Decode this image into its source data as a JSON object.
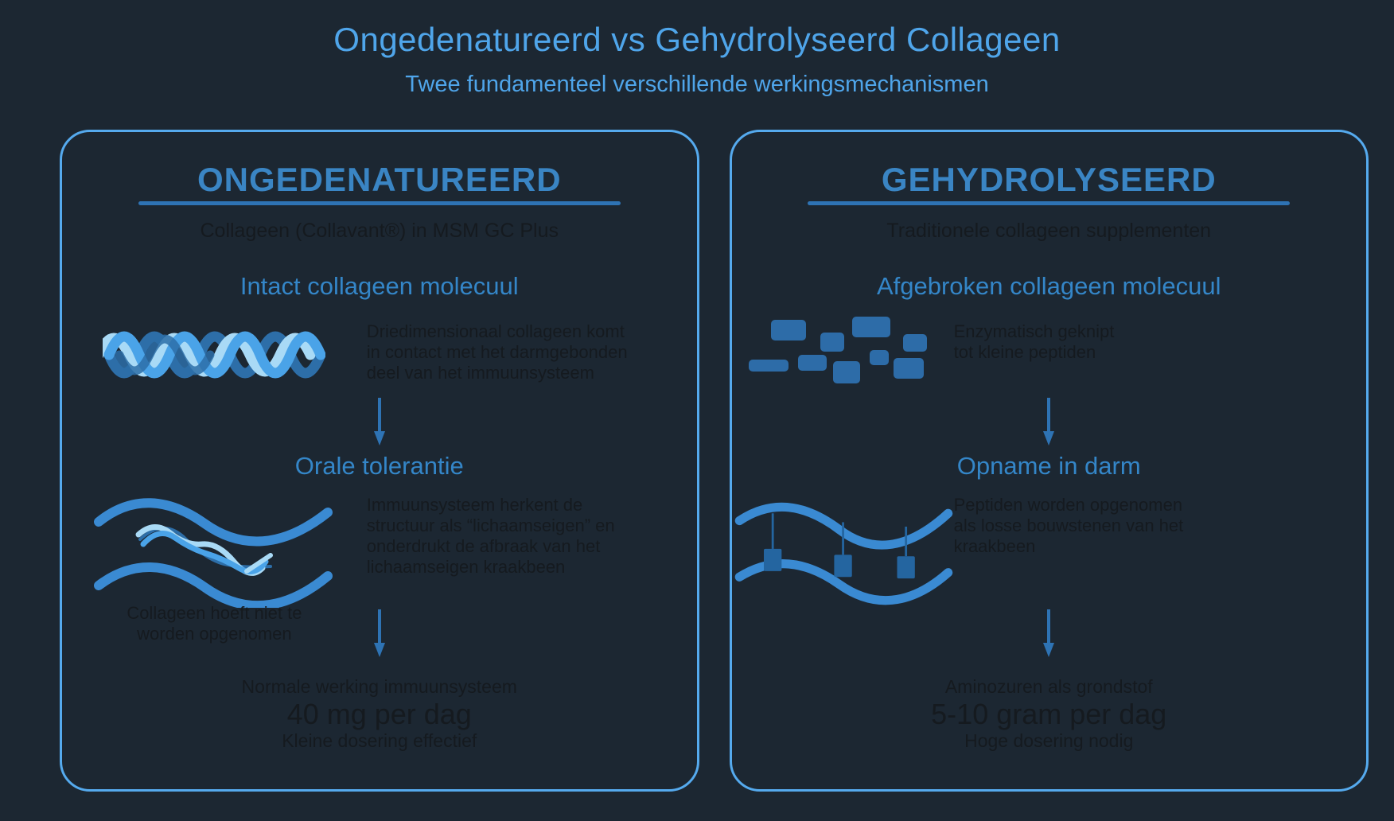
{
  "header": {
    "title": "Ongedenatureerd vs Gehydrolyseerd Collageen",
    "subtitle": "Twee fundamenteel verschillende werkingsmechanismen"
  },
  "colors": {
    "background": "#1c2732",
    "panel_border": "#55aaee",
    "title_blue": "#4fa5ea",
    "heading_blue": "#3a85c4",
    "section_blue": "#3486c8",
    "rule_arrow_blue": "#2e73b4",
    "dark_text": "#151a1f",
    "helix_light": "#a9daf6",
    "helix_mid": "#4aa3e8",
    "helix_dark": "#2d6ea8",
    "wave_blue": "#3a8ad2",
    "peptide_block_blue": "#2d6ca8",
    "pin_blue": "#2465a0"
  },
  "icons": {
    "left_step1": "triple-helix",
    "left_step2": "gut-wall-with-intact-collagen",
    "right_step1": "peptide-fragments",
    "right_step2": "gut-wall-absorbing-peptides",
    "flow": "down-arrow"
  },
  "left_panel": {
    "heading": "ONGEDENATUREERD",
    "subheading": "Collageen (Collavant®) in MSM GC Plus",
    "step1": {
      "title": "Intact collageen molecuul",
      "desc_lines": [
        "Driedimensionaal collageen komt",
        "in contact met het darmgebonden",
        "deel van het immuunsysteem"
      ]
    },
    "step2": {
      "title": "Orale tolerantie",
      "desc_lines": [
        "Immuunsysteem herkent de",
        "structuur als “lichaamseigen” en",
        "onderdrukt de afbraak van het",
        "lichaamseigen kraakbeen"
      ],
      "caption_lines": [
        "Collageen hoeft niet te",
        "worden opgenomen"
      ]
    },
    "result": {
      "line1": "Normale werking immuunsysteem",
      "dose": "40 mg per dag",
      "line2": "Kleine dosering effectief"
    }
  },
  "right_panel": {
    "heading": "GEHYDROLYSEERD",
    "subheading": "Traditionele collageen supplementen",
    "step1": {
      "title": "Afgebroken collageen molecuul",
      "desc_lines": [
        "Enzymatisch geknipt",
        "tot kleine peptiden"
      ]
    },
    "step2": {
      "title": "Opname in darm",
      "desc_lines": [
        "Peptiden worden opgenomen",
        "als losse bouwstenen van het",
        "kraakbeen"
      ]
    },
    "result": {
      "line1": "Aminozuren als grondstof",
      "dose": "5-10 gram per dag",
      "line2": "Hoge dosering nodig"
    }
  }
}
